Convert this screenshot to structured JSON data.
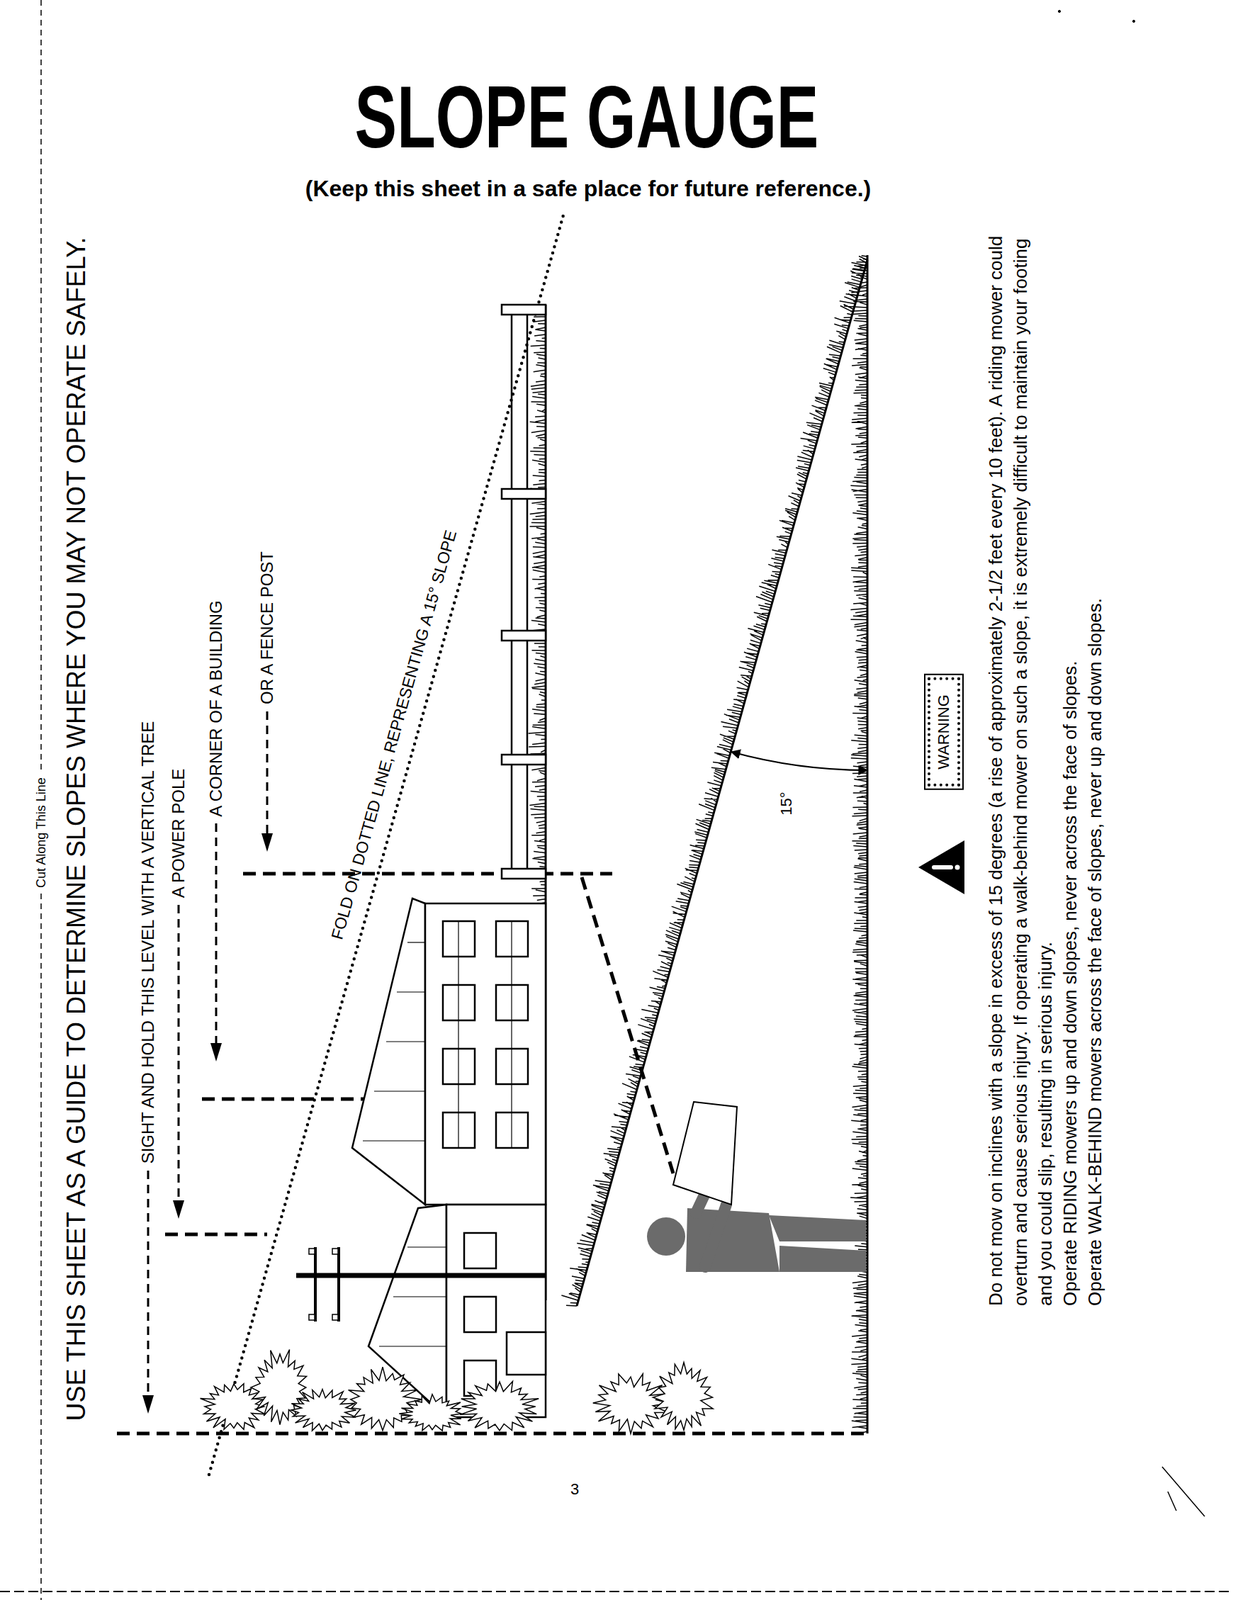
{
  "diagram": {
    "title": "SLOPE GAUGE",
    "nodes": [
      {
        "text": [
          "WARNING"
        ]
      }
    ],
    "labels": [
      "(Keep this sheet in a safe place for future reference.)",
      "Cut Along This Line",
      "USE THIS SHEET AS A GUIDE TO DETERMINE SLOPES WHERE YOU MAY NOT OPERATE SAFELY.",
      "SIGHT AND HOLD THIS LEVEL WITH A VERTICAL TREE",
      "A POWER POLE",
      "A CORNER OF A BUILDING",
      "OR A FENCE POST",
      "FOLD ON DOTTED LINE, REPRESENTING A 15° SLOPE",
      "15°",
      "Do not mow on inclines with a slope in excess of 15 degrees (a rise of approximately 2-1/2 feet every 10 feet). A riding mower could overturn and cause serious injury. If operating a walk-behind mower on such a slope, it is extremely difficult to maintain your footing and you could slip, resulting in serious injury.",
      "Operate RIDING mowers up and down slopes, never across the face of slopes.",
      "Operate WALK-BEHIND mowers across the face of slopes, never up and down slopes.",
      "3"
    ]
  }
}
